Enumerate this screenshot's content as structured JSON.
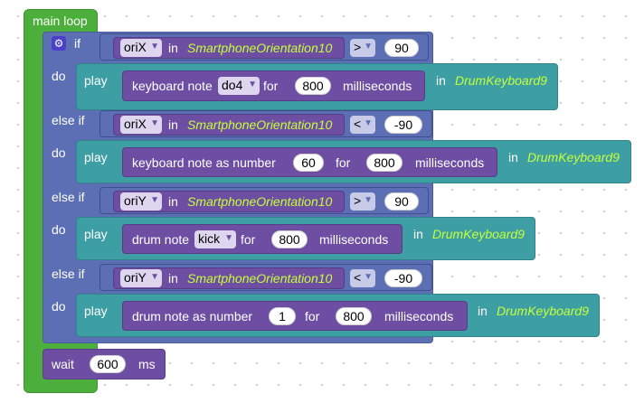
{
  "main_loop": {
    "label": "main loop"
  },
  "if_block": {
    "if": "if",
    "else_if": "else if",
    "do": "do"
  },
  "conditions": [
    {
      "var": "oriX",
      "in": "in",
      "thing": "SmartphoneOrientation10",
      "op": ">",
      "value": "90"
    },
    {
      "var": "oriX",
      "in": "in",
      "thing": "SmartphoneOrientation10",
      "op": "<",
      "value": "-90"
    },
    {
      "var": "oriY",
      "in": "in",
      "thing": "SmartphoneOrientation10",
      "op": ">",
      "value": "90"
    },
    {
      "var": "oriY",
      "in": "in",
      "thing": "SmartphoneOrientation10",
      "op": "<",
      "value": "-90"
    }
  ],
  "actions": [
    {
      "play": "play",
      "label": "keyboard note",
      "note": "do4",
      "for": "for",
      "ms": "800",
      "ms_label": "milliseconds",
      "in": "in",
      "thing": "DrumKeyboard9"
    },
    {
      "play": "play",
      "label": "keyboard note as number",
      "number": "60",
      "for": "for",
      "ms": "800",
      "ms_label": "milliseconds",
      "in": "in",
      "thing": "DrumKeyboard9"
    },
    {
      "play": "play",
      "label": "drum note",
      "note": "kick",
      "for": "for",
      "ms": "800",
      "ms_label": "milliseconds",
      "in": "in",
      "thing": "DrumKeyboard9"
    },
    {
      "play": "play",
      "label": "drum note as number",
      "number": "1",
      "for": "for",
      "ms": "800",
      "ms_label": "milliseconds",
      "in": "in",
      "thing": "DrumKeyboard9"
    }
  ],
  "wait": {
    "label": "wait",
    "value": "600",
    "unit": "ms"
  },
  "icons": {
    "gear": "gear-icon",
    "dropdown": "triangle-down-icon"
  },
  "colors": {
    "loop": "#4caf3b",
    "control": "#5c6fb5",
    "procedure": "#6d4ea2",
    "thing_block": "#3d9ea3",
    "thing_name": "#c6ff3a",
    "gear": "#4a41c9"
  }
}
